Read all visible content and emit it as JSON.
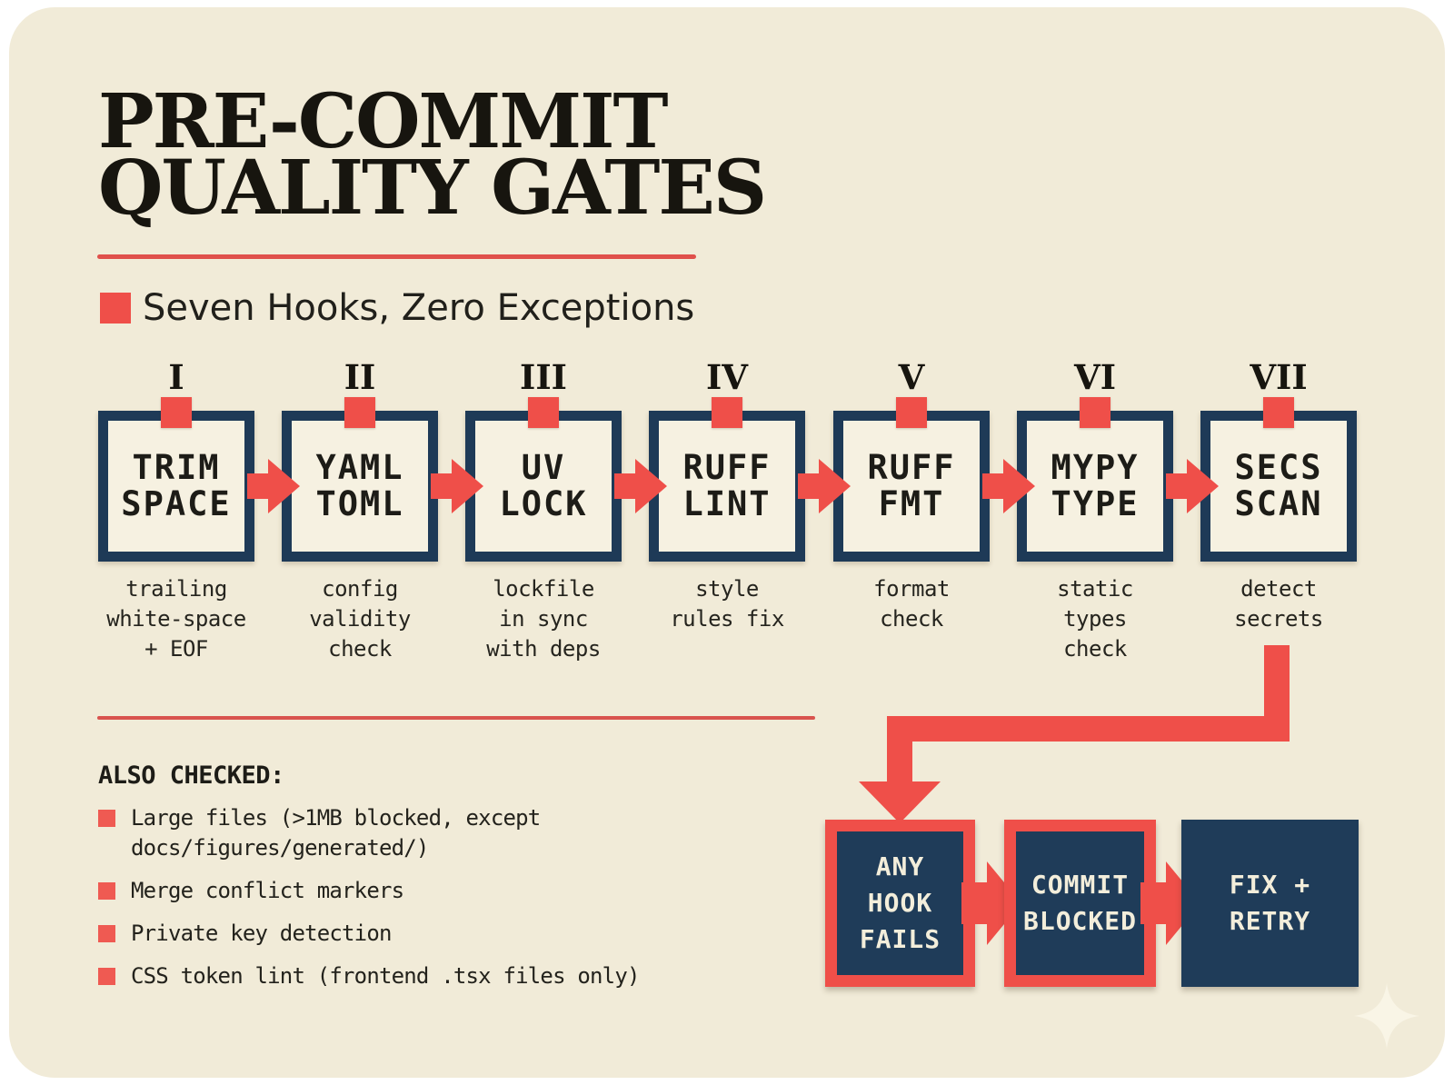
{
  "header": {
    "title": "PRE-COMMIT\nQUALITY GATES",
    "subtitle": "Seven Hooks, Zero Exceptions"
  },
  "colors": {
    "accent_red": "#ef4f49",
    "navy": "#1e3a57",
    "card_cream": "#f1ebd8",
    "box_fill": "#f6f1e1",
    "fail_box_fill": "#1f3c59",
    "fail_box_text": "#f3eedb"
  },
  "gates": [
    {
      "numeral": "I",
      "name": "TRIM\nSPACE",
      "description": "trailing\nwhite-space\n+ EOF"
    },
    {
      "numeral": "II",
      "name": "YAML\nTOML",
      "description": "config\nvalidity\ncheck"
    },
    {
      "numeral": "III",
      "name": "UV\nLOCK",
      "description": "lockfile\nin sync\nwith deps"
    },
    {
      "numeral": "IV",
      "name": "RUFF\nLINT",
      "description": "style\nrules fix"
    },
    {
      "numeral": "V",
      "name": "RUFF\nFMT",
      "description": "format\ncheck"
    },
    {
      "numeral": "VI",
      "name": "MYPY\nTYPE",
      "description": "static\ntypes\ncheck"
    },
    {
      "numeral": "VII",
      "name": "SECS\nSCAN",
      "description": "detect\nsecrets"
    }
  ],
  "also_checked": {
    "heading": "ALSO CHECKED:",
    "items": [
      "Large files (>1MB blocked, except\ndocs/figures/generated/)",
      "Merge conflict markers",
      "Private key detection",
      "CSS token lint (frontend .tsx files only)"
    ]
  },
  "failure_flow": {
    "steps": [
      {
        "label": "ANY\nHOOK\nFAILS"
      },
      {
        "label": "COMMIT\nBLOCKED"
      },
      {
        "label": "FIX +\nRETRY"
      }
    ]
  }
}
